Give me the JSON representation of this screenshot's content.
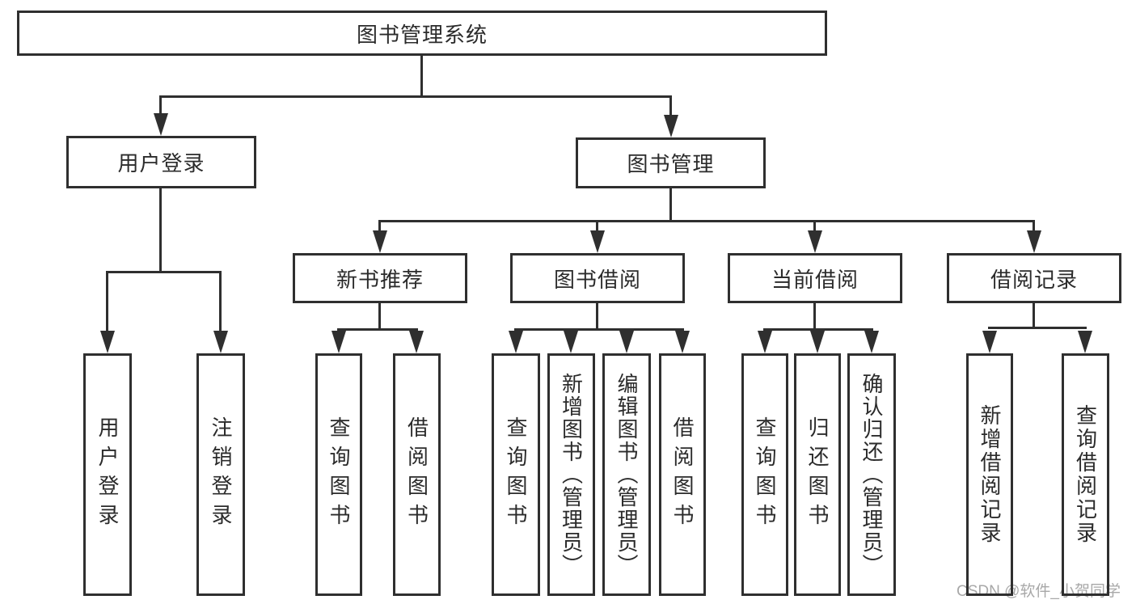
{
  "tree": {
    "label": "图书管理系统",
    "children": [
      {
        "label": "用户登录",
        "children": [
          {
            "label": "用户登录"
          },
          {
            "label": "注销登录"
          }
        ]
      },
      {
        "label": "图书管理",
        "children": [
          {
            "label": "新书推荐",
            "children": [
              {
                "label": "查询图书"
              },
              {
                "label": "借阅图书"
              }
            ]
          },
          {
            "label": "图书借阅",
            "children": [
              {
                "label": "查询图书"
              },
              {
                "label": "新增图书（管理员）"
              },
              {
                "label": "编辑图书（管理员）"
              },
              {
                "label": "借阅图书"
              }
            ]
          },
          {
            "label": "当前借阅",
            "children": [
              {
                "label": "查询图书"
              },
              {
                "label": "归还图书"
              },
              {
                "label": "确认归还（管理员）"
              }
            ]
          },
          {
            "label": "借阅记录",
            "children": [
              {
                "label": "新增借阅记录"
              },
              {
                "label": "查询借阅记录"
              }
            ]
          }
        ]
      }
    ]
  },
  "watermark": {
    "text": "CSDN @软件_小贺同学"
  },
  "colors": {
    "line": "#2f2f2f",
    "text": "#2b2b2b",
    "watermark": "#a8a8a8",
    "background": "#ffffff"
  }
}
